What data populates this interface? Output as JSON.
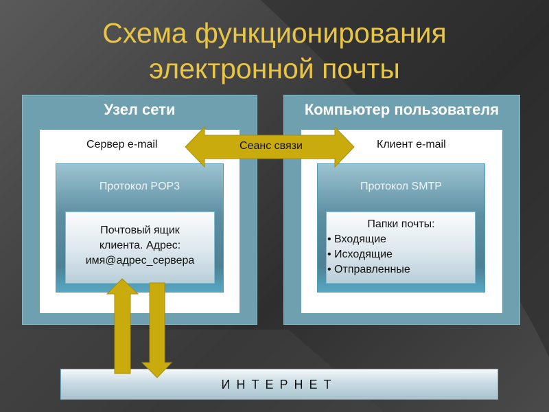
{
  "title": {
    "line1": "Схема функционирования",
    "line2": "электронной почты"
  },
  "left": {
    "heading": "Узел сети",
    "label": "Сервер e-mail",
    "protocol": "Протокол POP3",
    "mailbox": [
      "Почтовый ящик",
      "клиента. Адрес:",
      "имя@адрес_сервера"
    ]
  },
  "right": {
    "heading": "Компьютер пользователя",
    "label": "Клиент  e-mail",
    "protocol": "Протокол SMTP",
    "folders_title": "Папки почты:",
    "folders": [
      "• Входящие",
      "• Исходящие",
      "• Отправленные"
    ]
  },
  "session": "Сеанс связи",
  "internet": "ИНТЕРНЕТ",
  "colors": {
    "title": "#e9c545",
    "arrow": "#c9ab0d",
    "box": "#6fa0b0"
  }
}
